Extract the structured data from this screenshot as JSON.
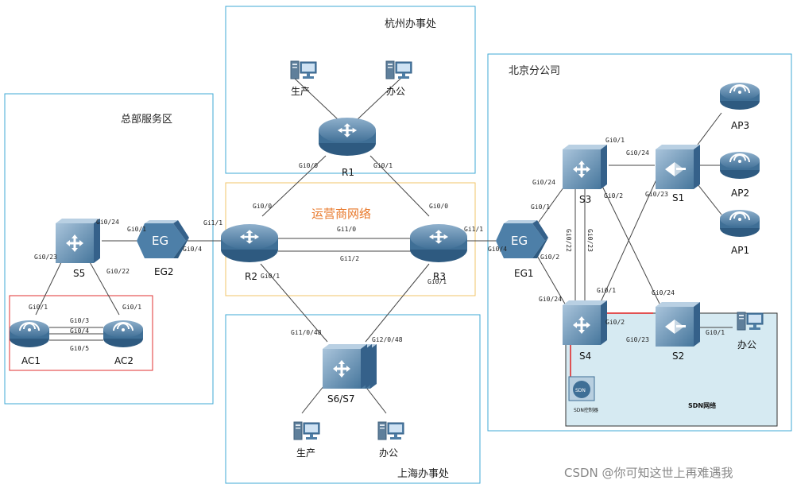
{
  "zones": {
    "hq": "总部服务区",
    "hangzhou": "杭州办事处",
    "beijing": "北京分公司",
    "shanghai": "上海办事处",
    "isp": "运营商网络",
    "sdn": "SDN网络"
  },
  "devices": {
    "r1": "R1",
    "r2": "R2",
    "r3": "R3",
    "eg1": "EG1",
    "eg2": "EG2",
    "eg_label": "EG",
    "s1": "S1",
    "s2": "S2",
    "s3": "S3",
    "s4": "S4",
    "s5": "S5",
    "s67": "S6/S7",
    "ac1": "AC1",
    "ac2": "AC2",
    "ap1": "AP1",
    "ap2": "AP2",
    "ap3": "AP3",
    "sdn_ctrl_badge": "SDN",
    "sdn_ctrl": "SDN控制器"
  },
  "hosts": {
    "hz_prod": "生产",
    "hz_office": "办公",
    "sh_prod": "生产",
    "sh_office": "办公",
    "bj_office": "办公"
  },
  "ports": {
    "r1_l": "Gi0/0",
    "r1_r": "Gi0/1",
    "r2_top": "Gi0/0",
    "r2_left": "Gi1/1",
    "r2_bot": "Gi0/1",
    "r3_top": "Gi0/0",
    "r3_right": "Gi1/1",
    "r3_bot": "Gi0/1",
    "r_gi10": "Gi1/0",
    "r_gi12": "Gi1/2",
    "eg2_l": "Gi0/1",
    "eg2_r": "Gi0/4",
    "s5_r": "Gi0/24",
    "s5_l": "Gi0/23",
    "s5_b": "Gi0/22",
    "ac1_t": "Gi0/1",
    "ac2_t": "Gi0/1",
    "ac_3": "Gi0/3",
    "ac_4": "Gi0/4",
    "ac_5": "Gi0/5",
    "s67_l": "Gi1/0/48",
    "s67_r": "Gi2/0/48",
    "eg1_l": "Gi0/4",
    "eg1_t": "Gi0/1",
    "eg1_b": "Gi0/2",
    "s3_t": "Gi0/1",
    "s3_r": "Gi0/24",
    "s3_l": "Gi0/24",
    "s3_b": "Gi0/2",
    "s3_22": "Gi0/22",
    "s3_23": "Gi0/23",
    "s1_l": "Gi0/23",
    "s4_t": "Gi0/1",
    "s4_l": "Gi0/24",
    "s4_r": "Gi0/2",
    "s2_t": "Gi0/24",
    "s2_l": "Gi0/23",
    "s2_r": "Gi0/1"
  },
  "watermark": "CSDN @你可知这世上再难遇我"
}
